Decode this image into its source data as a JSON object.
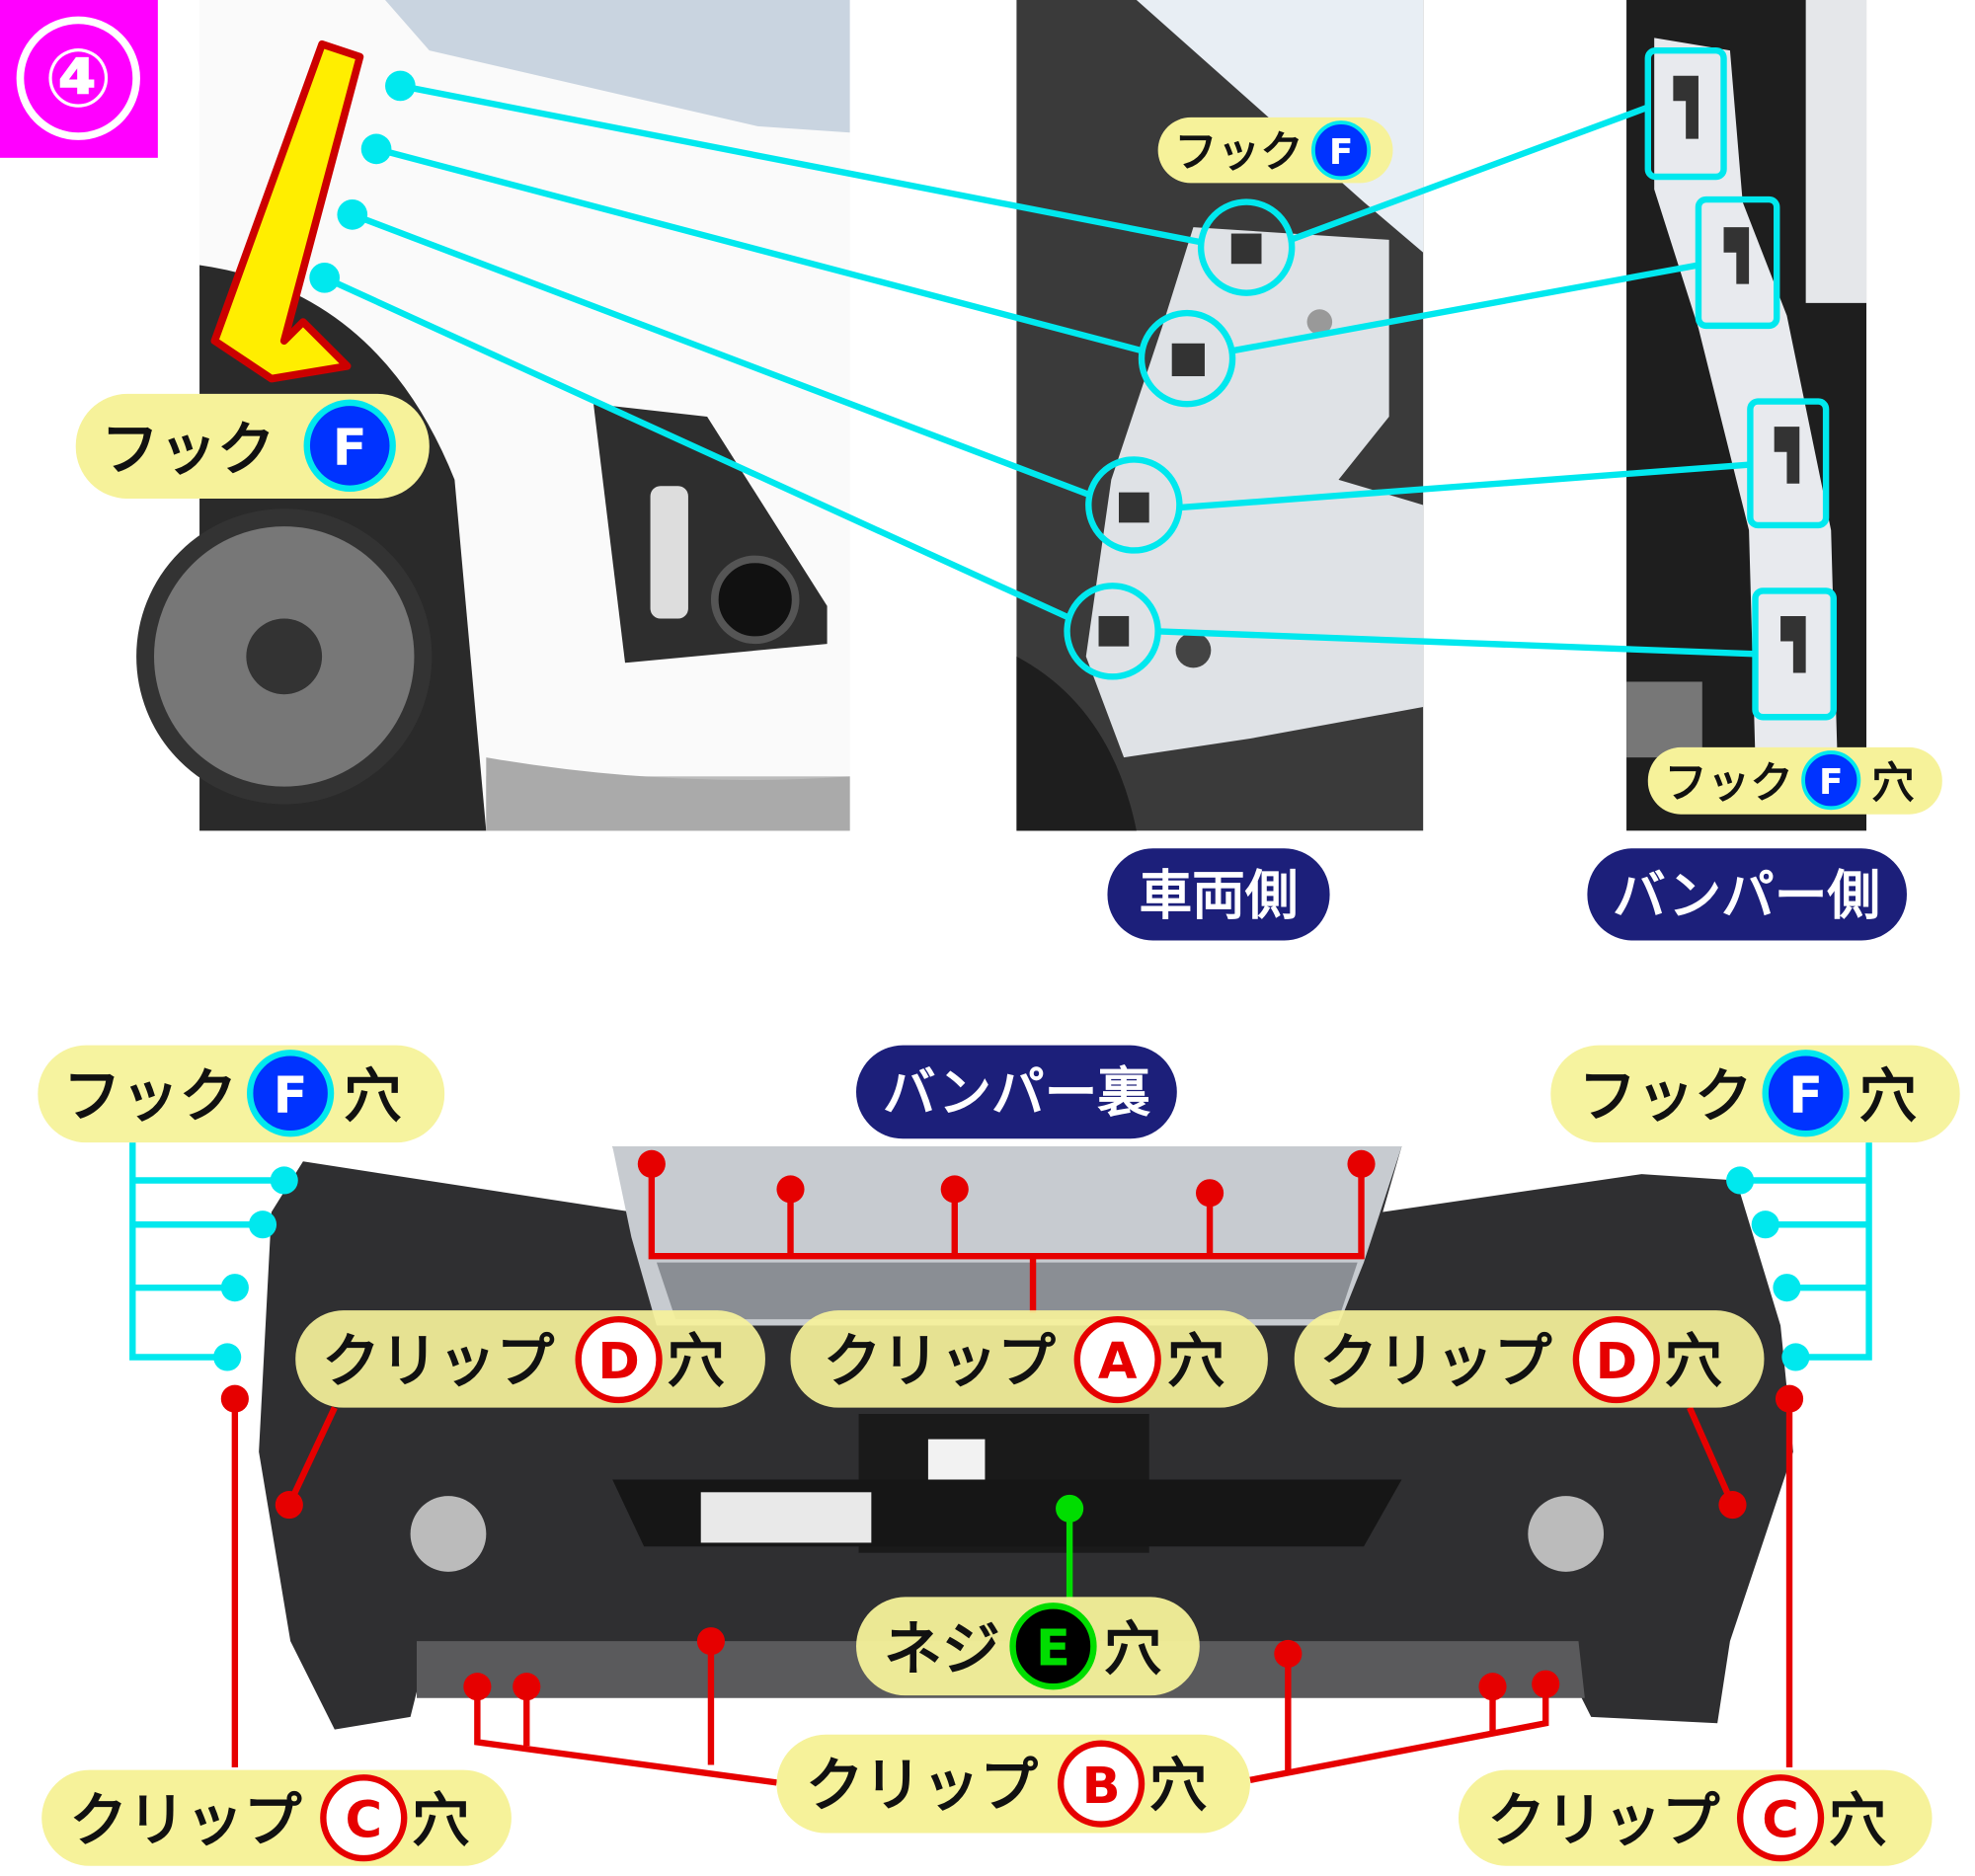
{
  "step_number": "④",
  "colors": {
    "step_bg": "#ff00ff",
    "pill": "#f6f29a",
    "navy": "#1c1f7a",
    "cyan": "#00e8ee",
    "red": "#e60000",
    "green": "#00dd00",
    "blue": "#0033ff"
  },
  "labels": {
    "hook_f_top": {
      "text": "フック",
      "badge": "F"
    },
    "hook_f_vehicle": {
      "text": "フック",
      "badge": "F"
    },
    "hook_f_hole_bumper": {
      "text": "フック",
      "badge": "F",
      "suffix": "穴"
    },
    "vehicle_side": "車両側",
    "bumper_side": "バンパー側",
    "bumper_back": "バンパー裏",
    "hook_f_hole_left": {
      "text": "フック",
      "badge": "F",
      "suffix": "穴"
    },
    "hook_f_hole_right": {
      "text": "フック",
      "badge": "F",
      "suffix": "穴"
    },
    "clip_d_left": {
      "text": "クリップ",
      "badge": "D",
      "suffix": "穴"
    },
    "clip_a": {
      "text": "クリップ",
      "badge": "A",
      "suffix": "穴"
    },
    "clip_d_right": {
      "text": "クリップ",
      "badge": "D",
      "suffix": "穴"
    },
    "screw_e": {
      "text": "ネジ",
      "badge": "E",
      "suffix": "穴"
    },
    "clip_b": {
      "text": "クリップ",
      "badge": "B",
      "suffix": "穴"
    },
    "clip_c_left": {
      "text": "クリップ",
      "badge": "C",
      "suffix": "穴"
    },
    "clip_c_right": {
      "text": "クリップ",
      "badge": "C",
      "suffix": "穴"
    }
  }
}
